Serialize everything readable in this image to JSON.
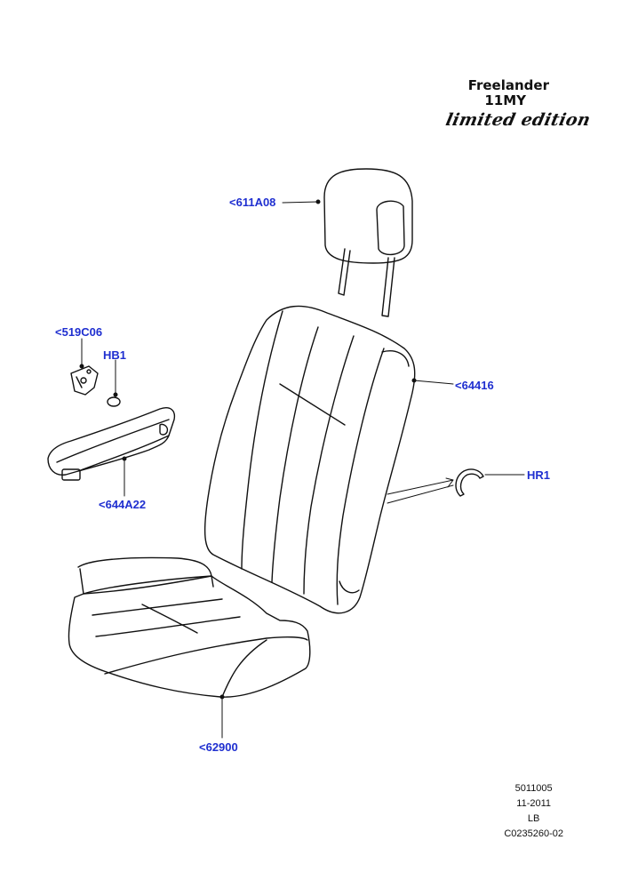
{
  "title": {
    "model": "Freelander",
    "year": "11MY",
    "edition": "limited edition"
  },
  "callouts": {
    "headrest": "<611A08",
    "bracket": "<519C06",
    "hb1": "HB1",
    "backrest": "<64416",
    "hr1": "HR1",
    "armrest": "<644A22",
    "cushion": "<62900"
  },
  "meta": {
    "code": "5011005",
    "date": "11-2011",
    "region": "LB",
    "ref": "C0235260-02"
  },
  "colors": {
    "callout": "#1f2fd0",
    "line": "#111111"
  }
}
